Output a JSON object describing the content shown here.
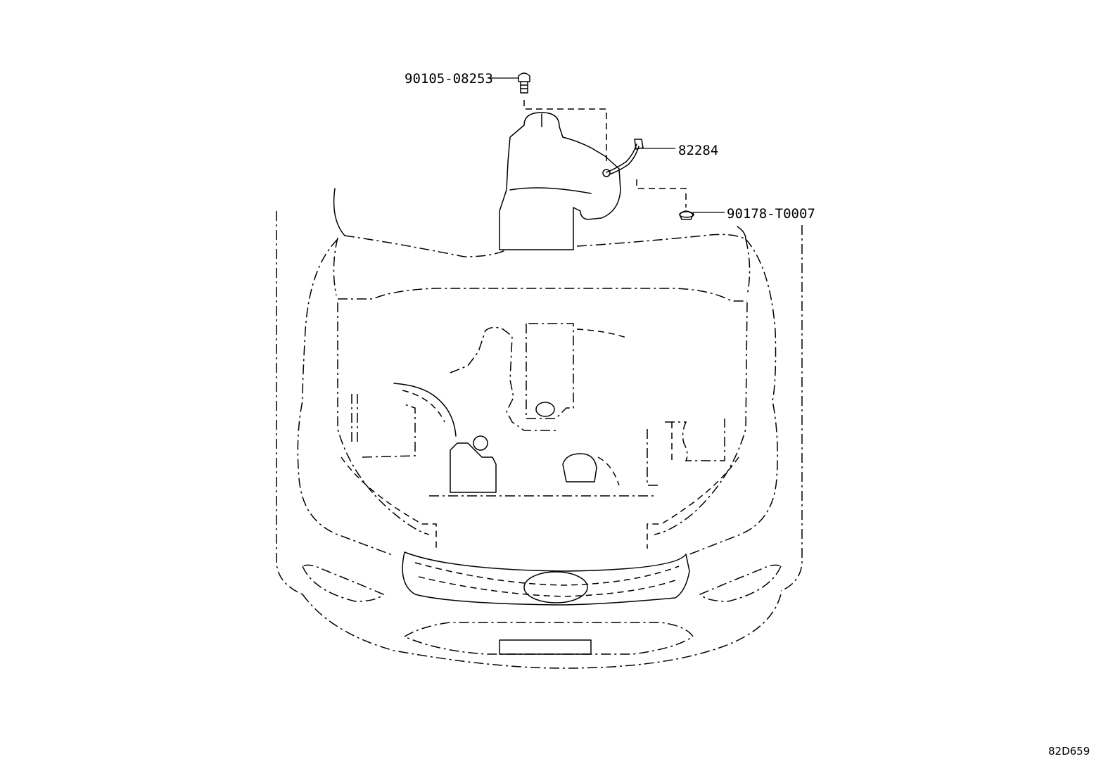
{
  "parts": [
    {
      "id": "bolt",
      "part_number": "90105-08253"
    },
    {
      "id": "wire",
      "part_number": "82284"
    },
    {
      "id": "clip",
      "part_number": "90178-T0007"
    }
  ],
  "figure_id": "82D659"
}
